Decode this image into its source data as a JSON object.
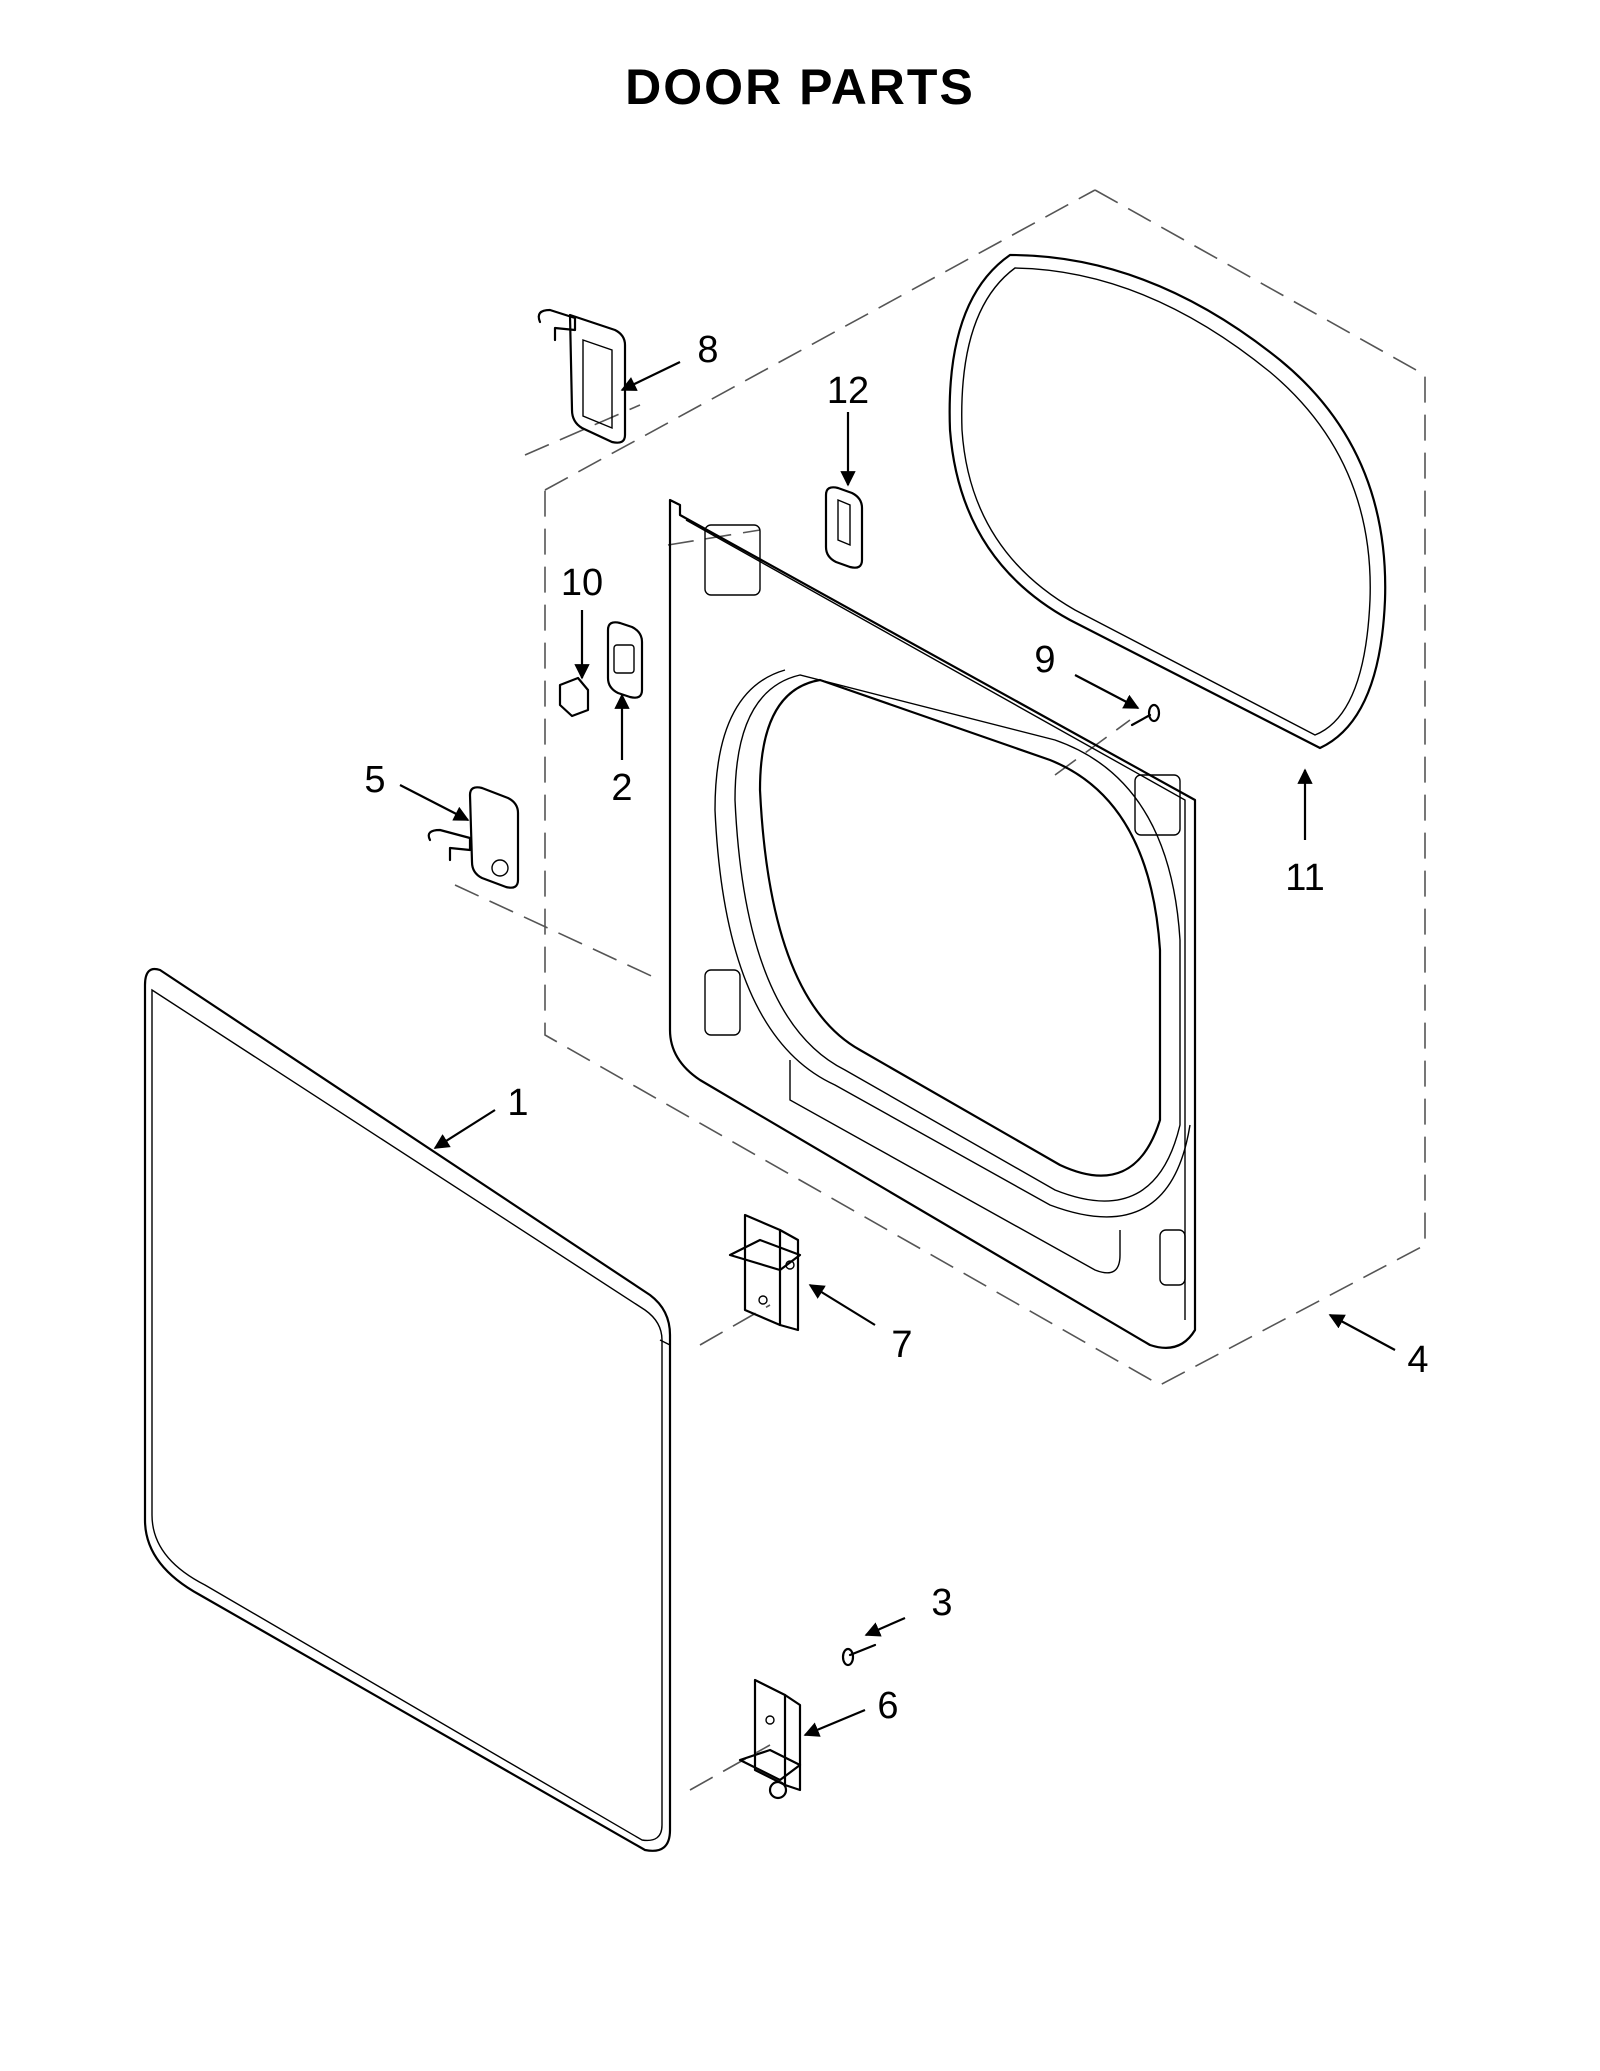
{
  "title": "DOOR PARTS",
  "callouts": [
    "1",
    "2",
    "3",
    "4",
    "5",
    "6",
    "7",
    "8",
    "9",
    "10",
    "11",
    "12"
  ]
}
